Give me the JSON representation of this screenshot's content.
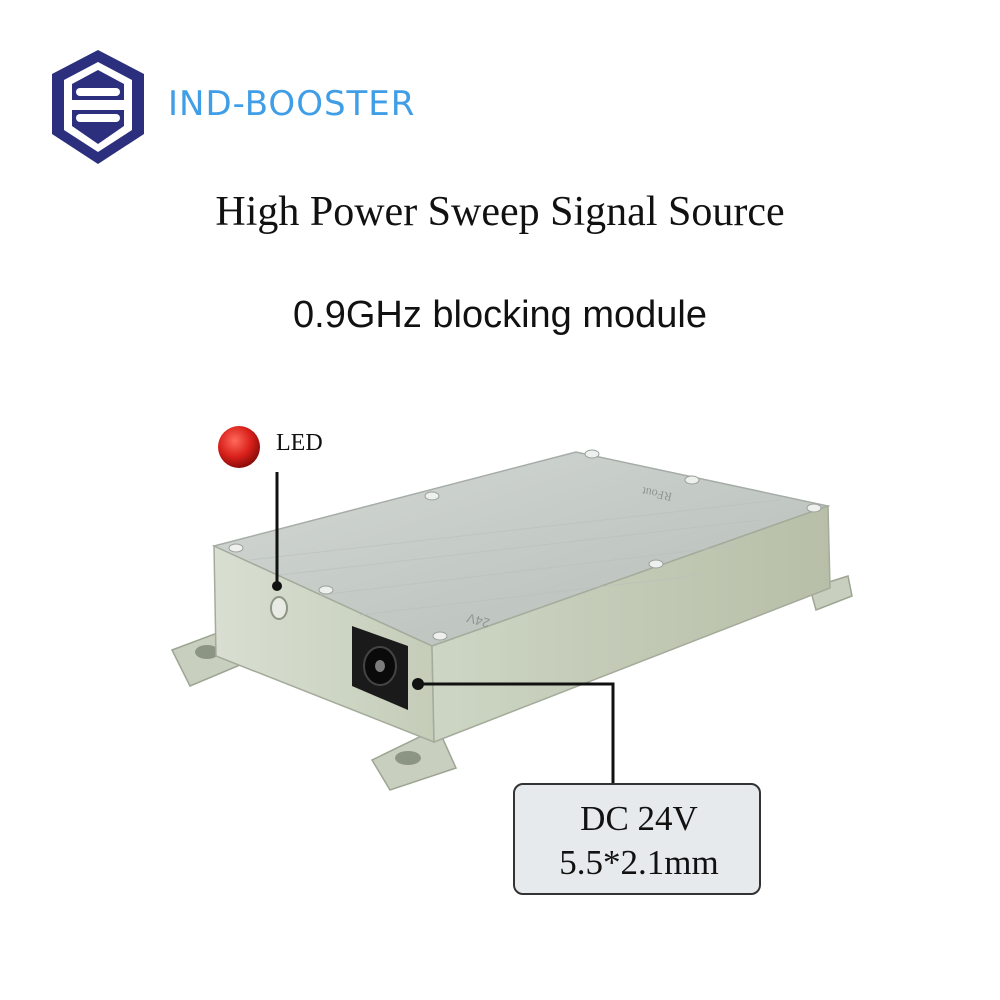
{
  "brand": {
    "name": "IND-BOOSTER"
  },
  "title": "High Power Sweep Signal Source",
  "subtitle": "0.9GHz blocking module",
  "callouts": {
    "led": "LED",
    "power_voltage": "DC 24V",
    "power_connector": "5.5*2.1mm"
  },
  "product_markings": {
    "port_label": "24V",
    "rf_label": "RFout"
  },
  "colors": {
    "brand_blue": "#3f9ee6",
    "logo_navy": "#2b2f7d",
    "led_red": "#d9201b",
    "callout_box": "#e7eaec"
  }
}
